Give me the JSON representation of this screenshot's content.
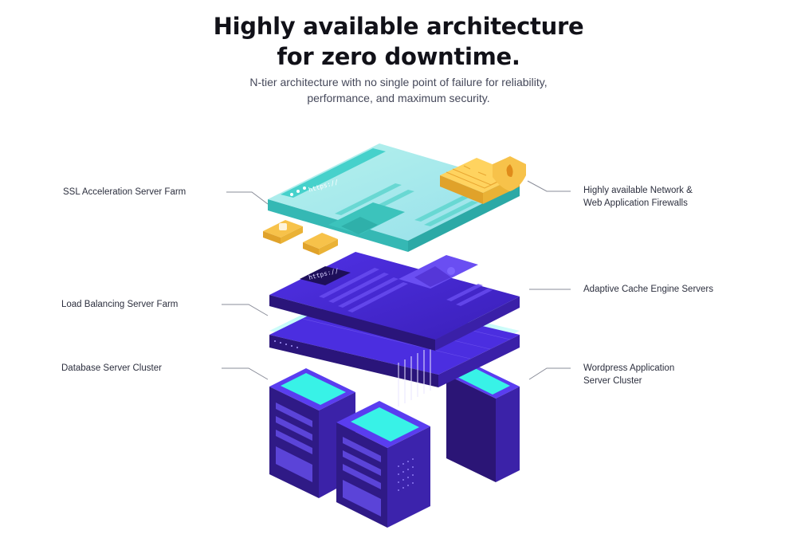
{
  "header": {
    "title_line1": "Highly available architecture",
    "title_line2": "for zero downtime.",
    "subtitle_line1": "N-tier architecture with no single point of failure for reliability,",
    "subtitle_line2": "performance, and maximum security."
  },
  "labels": {
    "ssl": "SSL Acceleration Server Farm",
    "firewall_line1": "Highly available Network &",
    "firewall_line2": "Web Application Firewalls",
    "cache": "Adaptive Cache Engine Servers",
    "load_balancing": "Load Balancing Server Farm",
    "database": "Database Server Cluster",
    "wordpress_line1": "Wordpress Application",
    "wordpress_line2": "Server Cluster"
  },
  "illustration": {
    "address_text": "https://",
    "icons": [
      "padlock-icon",
      "brick-wall-icon",
      "shield-flame-icon",
      "image-icon",
      "server-icon"
    ],
    "colors": {
      "teal": "#3ec6c2",
      "teal_glass": "#8fe5e1",
      "purple_dark": "#2a1478",
      "purple": "#4a2bd8",
      "purple_light": "#6b4cf0",
      "cyan_glow": "#36f0e6",
      "gold": "#f7c24a",
      "gold_dark": "#e0a22a"
    }
  }
}
